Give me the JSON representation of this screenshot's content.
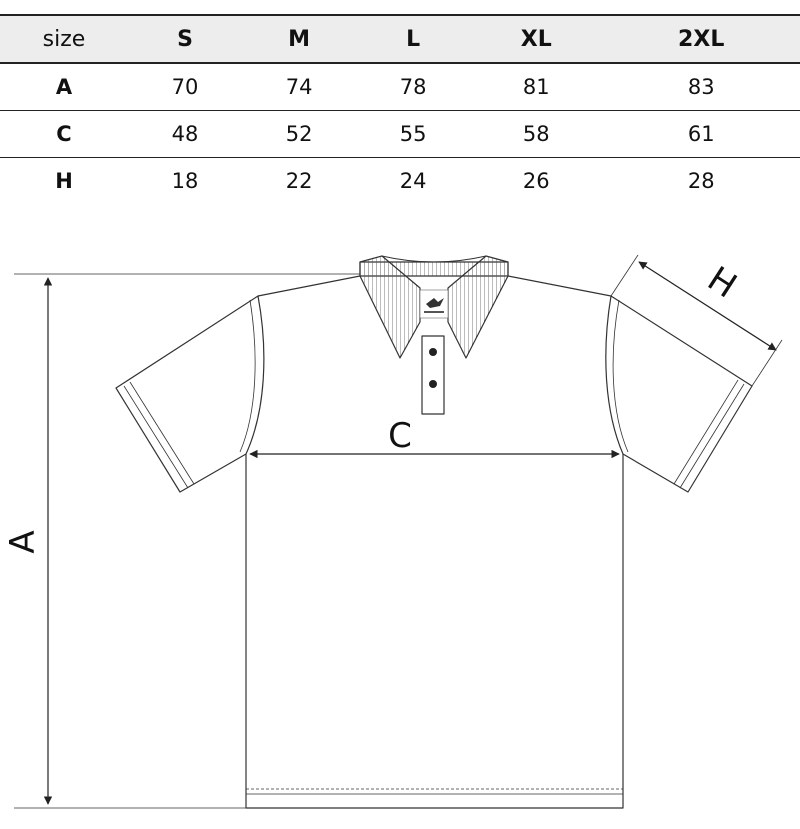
{
  "table": {
    "header": [
      "size",
      "S",
      "M",
      "L",
      "XL",
      "2XL"
    ],
    "rows": [
      {
        "label": "A",
        "values": [
          "70",
          "74",
          "78",
          "81",
          "83"
        ]
      },
      {
        "label": "C",
        "values": [
          "48",
          "52",
          "55",
          "58",
          "61"
        ]
      },
      {
        "label": "H",
        "values": [
          "18",
          "22",
          "24",
          "26",
          "28"
        ]
      }
    ]
  },
  "diagram": {
    "label_a": "A",
    "label_c": "C",
    "label_h": "H",
    "line_color": "#333333"
  }
}
